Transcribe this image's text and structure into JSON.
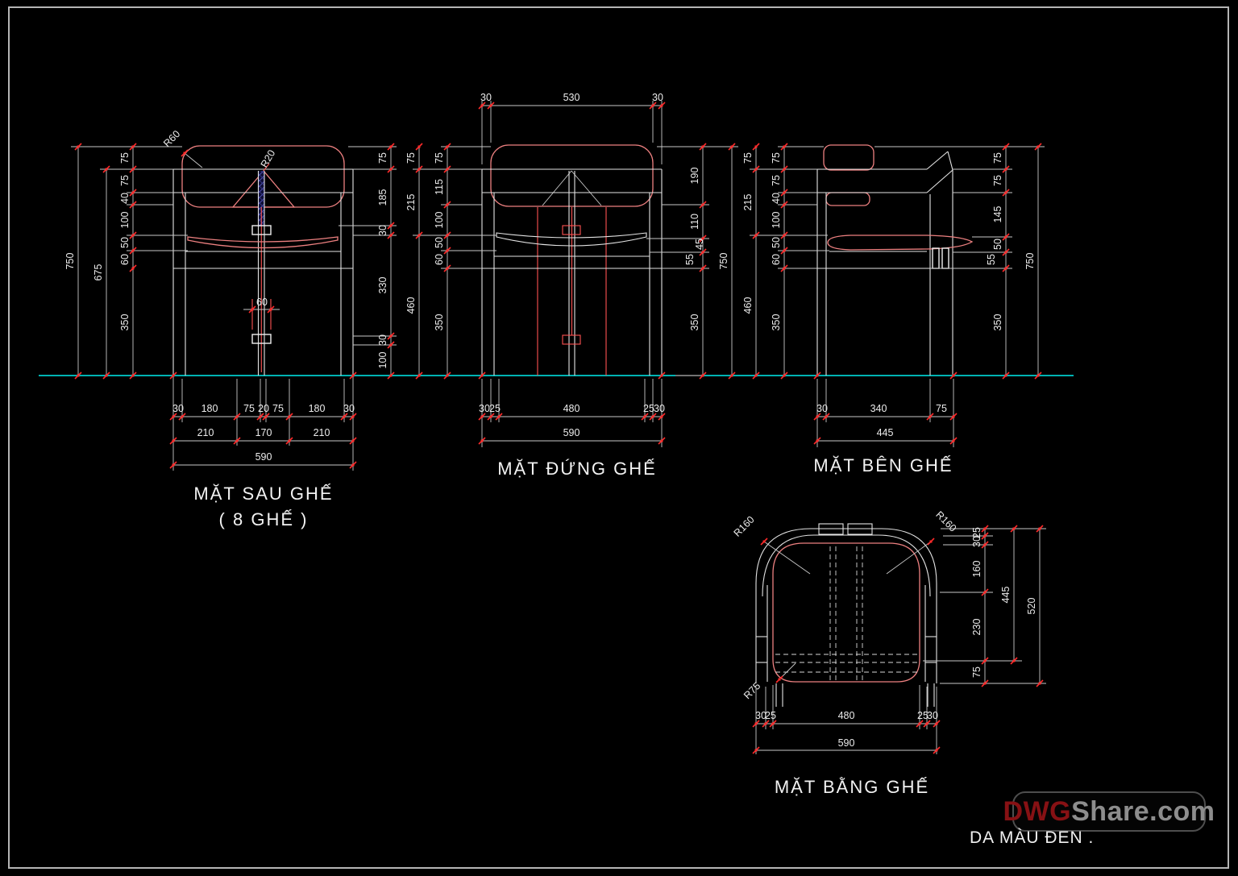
{
  "views": {
    "rear": {
      "title": "MẶT SAU GHẾ",
      "subtitle": "( 8 GHẾ )",
      "outer_dims": [
        "750",
        "675"
      ],
      "left_chain": [
        "75",
        "75",
        "40",
        "100",
        "50",
        "60",
        "350"
      ],
      "right_chain": [
        "75",
        "185",
        "30",
        "330",
        "30",
        "100"
      ],
      "bottom_row1": [
        "30",
        "180",
        "75",
        "20",
        "75",
        "180",
        "30"
      ],
      "bottom_row2": [
        "210",
        "170",
        "210"
      ],
      "bottom_total": "590",
      "spine_dim": "60",
      "radii": [
        "R60",
        "R20"
      ]
    },
    "front": {
      "title": "MẶT ĐỨNG GHẾ",
      "top_row": [
        "30",
        "530",
        "30"
      ],
      "outer_left": [
        "75",
        "215",
        "460"
      ],
      "left_chain": [
        "75",
        "115",
        "100",
        "50",
        "60",
        "350"
      ],
      "right_chain": [
        "190",
        "110",
        "45",
        "55",
        "350"
      ],
      "outer_right": "750",
      "bottom_row1": [
        "30",
        "25",
        "480",
        "25",
        "30"
      ],
      "bottom_total": "590"
    },
    "side": {
      "title": "MẶT BÊN GHẾ",
      "outer_left": [
        "75",
        "215",
        "460"
      ],
      "left_chain": [
        "75",
        "75",
        "40",
        "100",
        "50",
        "60",
        "350"
      ],
      "right_chain": [
        "75",
        "75",
        "145",
        "50",
        "55",
        "350"
      ],
      "outer_right": "750",
      "bottom_row1": [
        "30",
        "340",
        "75"
      ],
      "bottom_total": "445"
    },
    "plan": {
      "title": "MẶT BẰNG GHẾ",
      "right_chain": [
        "25",
        "30",
        "160",
        "230",
        "75"
      ],
      "right_mid": "445",
      "right_outer": "520",
      "bottom_row1": [
        "30",
        "25",
        "480",
        "25",
        "30"
      ],
      "bottom_total": "590",
      "radii": [
        "R160",
        "R160",
        "R75"
      ]
    }
  },
  "note": "DA MÀU ĐEN .",
  "watermark": {
    "accent": "DWG",
    "rest": "Share.com"
  },
  "colors": {
    "background": "#000000",
    "linework": "#e4e4e4",
    "dimension_marks": "#ff2a2a",
    "upholstery_outline": "#ed8080",
    "hatch": "#5356bd",
    "ground_line": "#00b2b2",
    "watermark_accent": "#871114",
    "watermark_text": "#8d8d8d"
  }
}
